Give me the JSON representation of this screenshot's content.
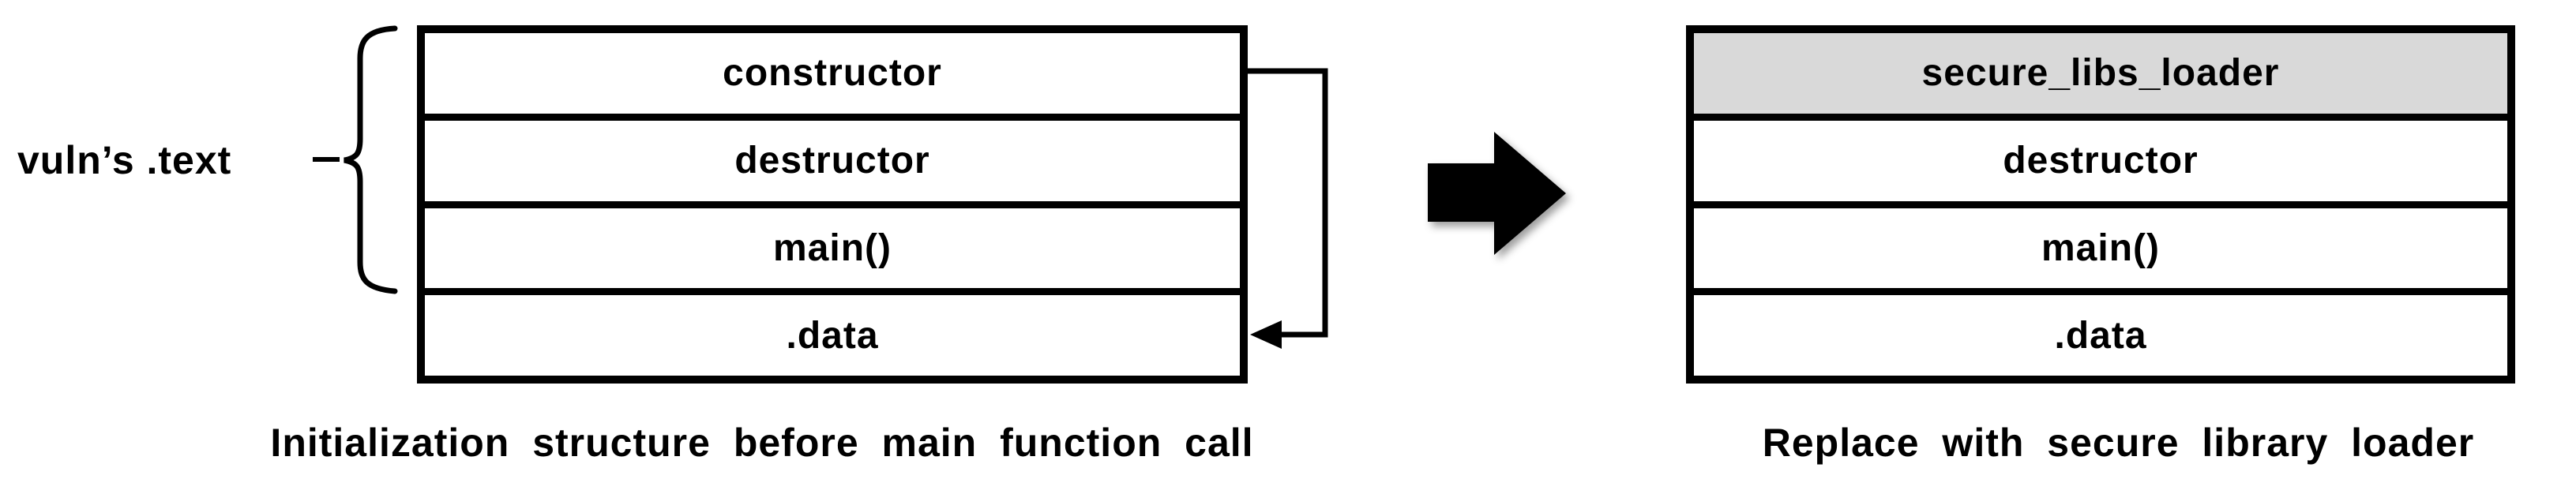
{
  "labels": {
    "brace_label": "vuln’s .text",
    "left_caption": "Initialization structure before main function call",
    "right_caption": "Replace with secure library loader"
  },
  "left_box": {
    "rows": [
      "constructor",
      "destructor",
      "main()",
      ".data"
    ]
  },
  "right_box": {
    "rows": [
      "secure_libs_loader",
      "destructor",
      "main()",
      ".data"
    ],
    "highlighted_row": "secure_libs_loader"
  },
  "icons": {
    "transform_arrow": "right-block-arrow",
    "connector": "constructor-to-data-loop-arrow"
  },
  "colors": {
    "line": "#000000",
    "background": "#ffffff",
    "highlight": "#d9d9d9"
  }
}
